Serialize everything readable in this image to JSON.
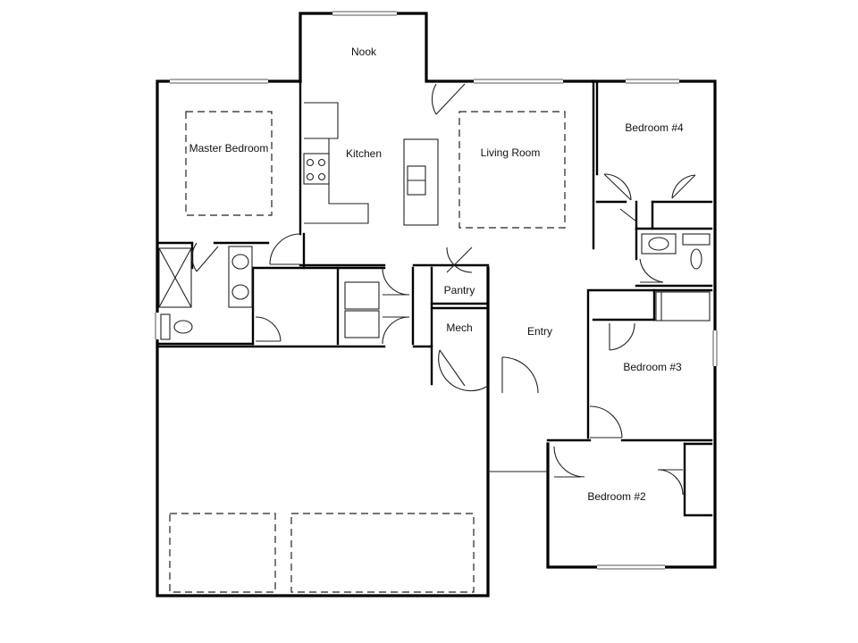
{
  "rooms": {
    "nook": "Nook",
    "master_bedroom": "Master Bedroom",
    "kitchen": "Kitchen",
    "living_room": "Living Room",
    "bedroom_4": "Bedroom #4",
    "pantry": "Pantry",
    "mech": "Mech",
    "entry": "Entry",
    "bedroom_3": "Bedroom #3",
    "bedroom_2": "Bedroom #2"
  }
}
